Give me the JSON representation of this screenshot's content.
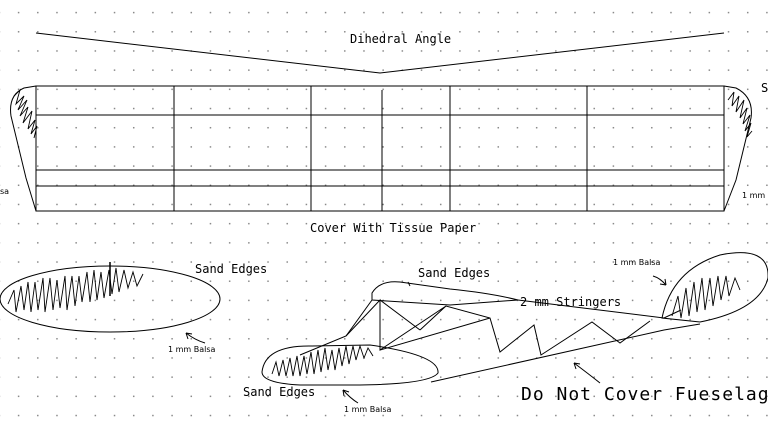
{
  "labels": {
    "dihedral": "Dihedral Angle",
    "cover": "Cover With Tissue Paper",
    "sand_left": "Sand Edges",
    "sand_top": "Sand Edges",
    "sand_bottom": "Sand Edges",
    "stringers": "2 mm Stringers",
    "do_not_cover": "Do Not Cover Fueselage",
    "balsa_left": "1 mm Balsa",
    "balsa_bottom": "1 mm Balsa",
    "balsa_tail": "1 mm Balsa",
    "balsa_wing_right": "1 mm",
    "balsa_wing_left": "sa",
    "edge_right_s": "S"
  }
}
